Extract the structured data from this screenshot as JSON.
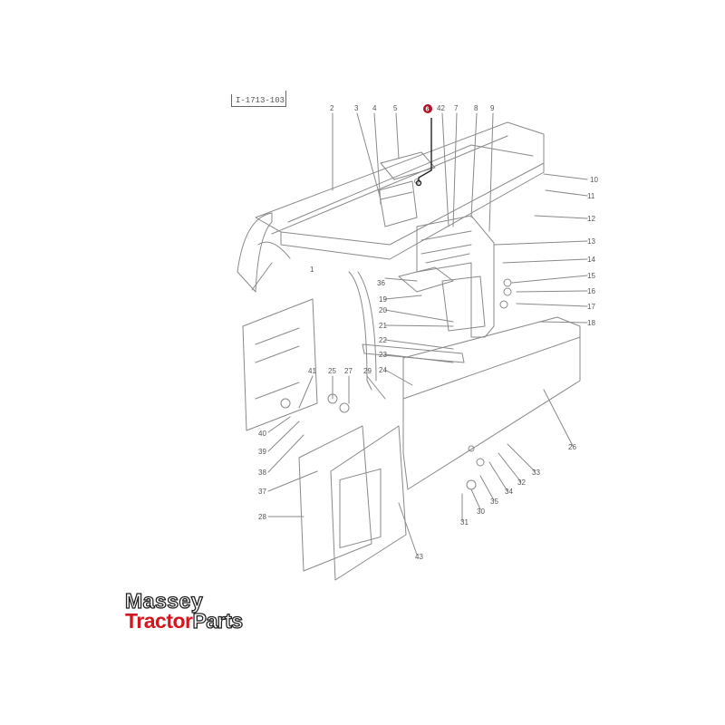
{
  "reference": "I-1713-103",
  "highlighted_callout": "6",
  "colors": {
    "line": "#8a8a8a",
    "label": "#555555",
    "highlight": "#b3122a",
    "brand_red": "#d2161e"
  },
  "callouts": [
    {
      "id": "c2",
      "text": "2"
    },
    {
      "id": "c3",
      "text": "3"
    },
    {
      "id": "c4",
      "text": "4"
    },
    {
      "id": "c5",
      "text": "5"
    },
    {
      "id": "c42",
      "text": "42"
    },
    {
      "id": "c7",
      "text": "7"
    },
    {
      "id": "c8",
      "text": "8"
    },
    {
      "id": "c9",
      "text": "9"
    },
    {
      "id": "c10",
      "text": "10"
    },
    {
      "id": "c11",
      "text": "11"
    },
    {
      "id": "c12",
      "text": "12"
    },
    {
      "id": "c13",
      "text": "13"
    },
    {
      "id": "c14",
      "text": "14"
    },
    {
      "id": "c15",
      "text": "15"
    },
    {
      "id": "c16",
      "text": "16"
    },
    {
      "id": "c17",
      "text": "17"
    },
    {
      "id": "c18",
      "text": "18"
    },
    {
      "id": "c36",
      "text": "36"
    },
    {
      "id": "c19",
      "text": "19"
    },
    {
      "id": "c20",
      "text": "20"
    },
    {
      "id": "c21",
      "text": "21"
    },
    {
      "id": "c22",
      "text": "22"
    },
    {
      "id": "c23",
      "text": "23"
    },
    {
      "id": "c24",
      "text": "24"
    },
    {
      "id": "c41",
      "text": "41"
    },
    {
      "id": "c25",
      "text": "25"
    },
    {
      "id": "c27",
      "text": "27"
    },
    {
      "id": "c29",
      "text": "29"
    },
    {
      "id": "c40",
      "text": "40"
    },
    {
      "id": "c39",
      "text": "39"
    },
    {
      "id": "c38",
      "text": "38"
    },
    {
      "id": "c37",
      "text": "37"
    },
    {
      "id": "c28",
      "text": "28"
    },
    {
      "id": "c43",
      "text": "43"
    },
    {
      "id": "c26",
      "text": "26"
    },
    {
      "id": "c33",
      "text": "33"
    },
    {
      "id": "c32",
      "text": "32"
    },
    {
      "id": "c34",
      "text": "34"
    },
    {
      "id": "c35",
      "text": "35"
    },
    {
      "id": "c30",
      "text": "30"
    },
    {
      "id": "c31",
      "text": "31"
    },
    {
      "id": "c1",
      "text": "1"
    }
  ],
  "logo": {
    "line1": "Massey",
    "line2a": "Tractor",
    "line2b": "Parts"
  }
}
